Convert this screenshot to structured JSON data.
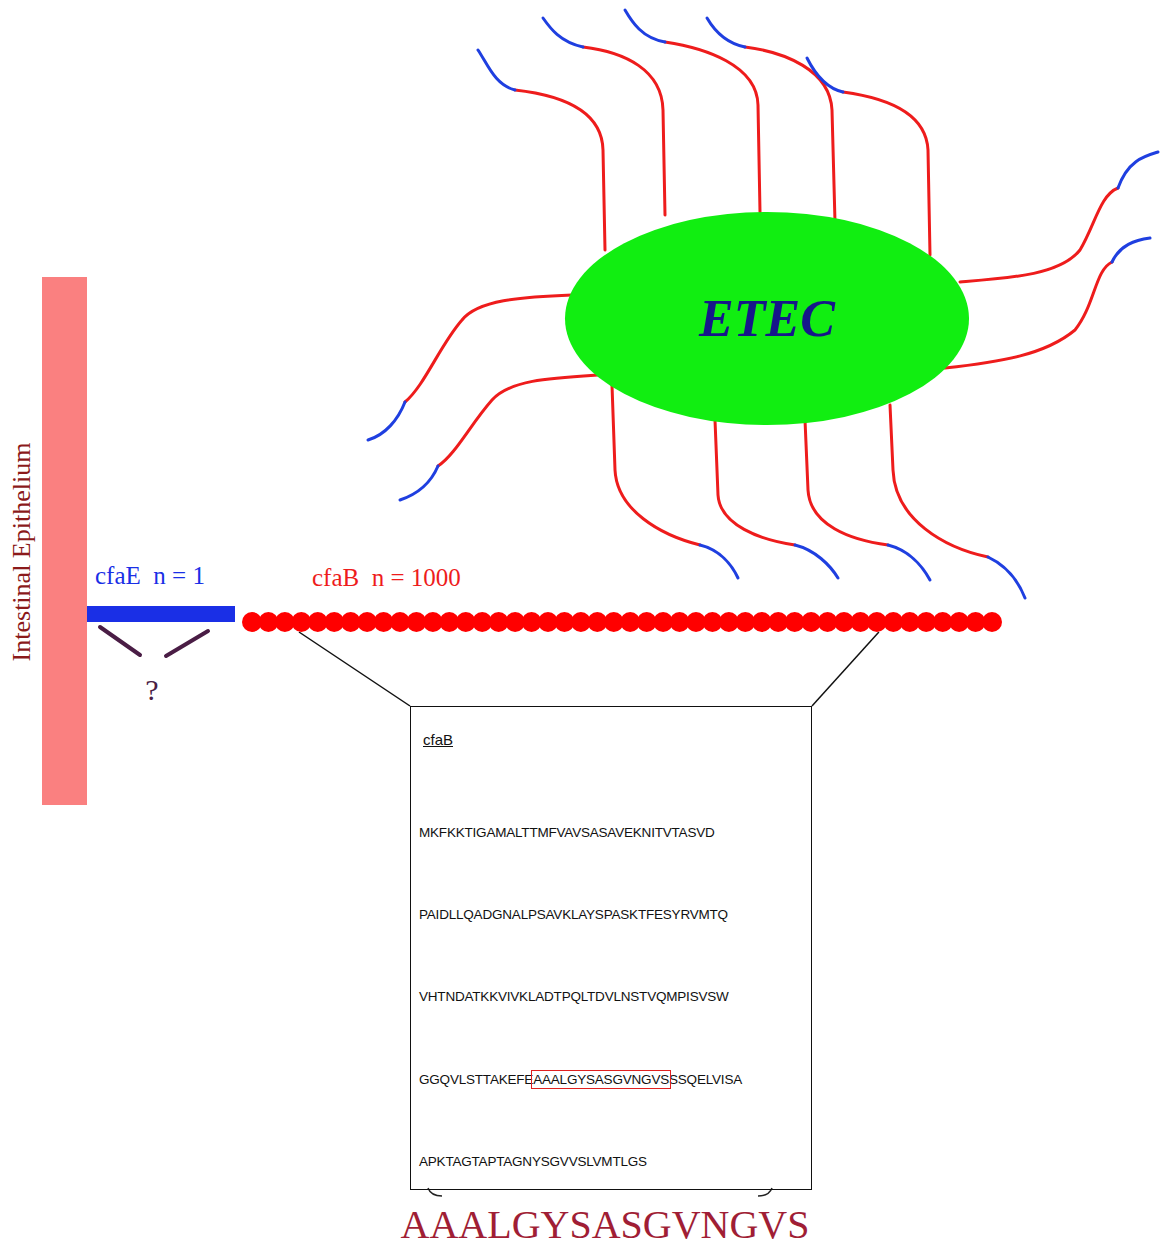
{
  "diagram": {
    "nodes": [
      {
        "text": [
          "ETEC"
        ]
      },
      {
        "text": [
          "Intestinal Epithelium"
        ]
      },
      {
        "text": [
          "cfaE  n = 1"
        ]
      },
      {
        "text": [
          "cfaB  n = 1000"
        ]
      },
      {
        "text": [
          "cfaB",
          "MKFKKTIGAMALTTMFVAVSASAVEKNITVTASVD",
          "PAIDLLQADGNALPSAVKLAYSPASKTFESYRVMTQ",
          "VHTNDATKKVIVKLADTPQLTDVLNSTVQMPISVSW",
          "GGQVLSTTAKEFEAAALGYSASGVNGVSSSQELVISA",
          "APKTAGTAPTAGNYSGVVSLVMTLGS"
        ]
      }
    ],
    "edges": [
      {
        "from": 3,
        "to": 4,
        "arrow": "none"
      },
      {
        "from": 3,
        "to": 4,
        "arrow": "none"
      }
    ],
    "labels": [
      "?",
      "AAALGYSASGVNGVS"
    ]
  }
}
